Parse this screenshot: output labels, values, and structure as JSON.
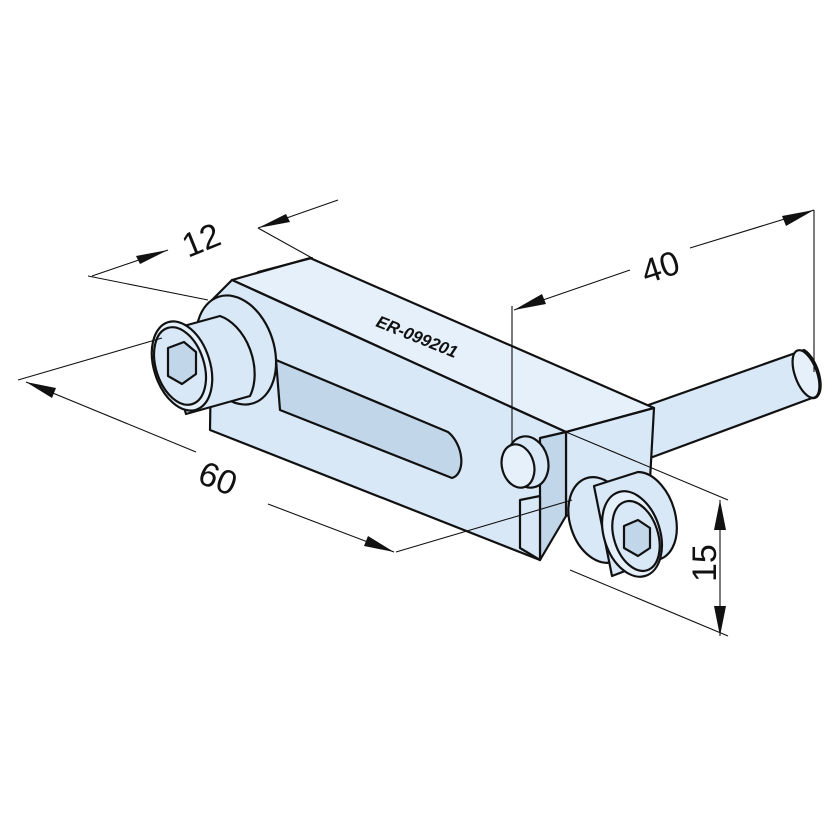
{
  "part_marking": "ER-099201",
  "dimensions": {
    "length": "60",
    "width": "12",
    "pin_length": "40",
    "height": "15"
  },
  "colors": {
    "body": "#d8e8f6",
    "outline": "#111111"
  }
}
